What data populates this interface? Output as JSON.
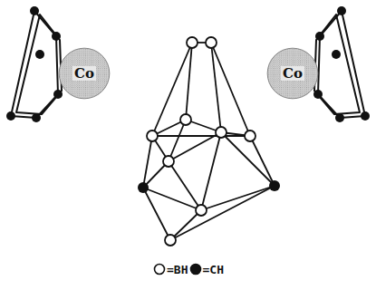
{
  "diagram": {
    "nodes": [
      {
        "text": [
          "Co"
        ]
      },
      {
        "text": [
          "Co"
        ]
      }
    ],
    "legend": [
      {
        "text": "=BH"
      },
      {
        "text": "=CH"
      }
    ]
  }
}
